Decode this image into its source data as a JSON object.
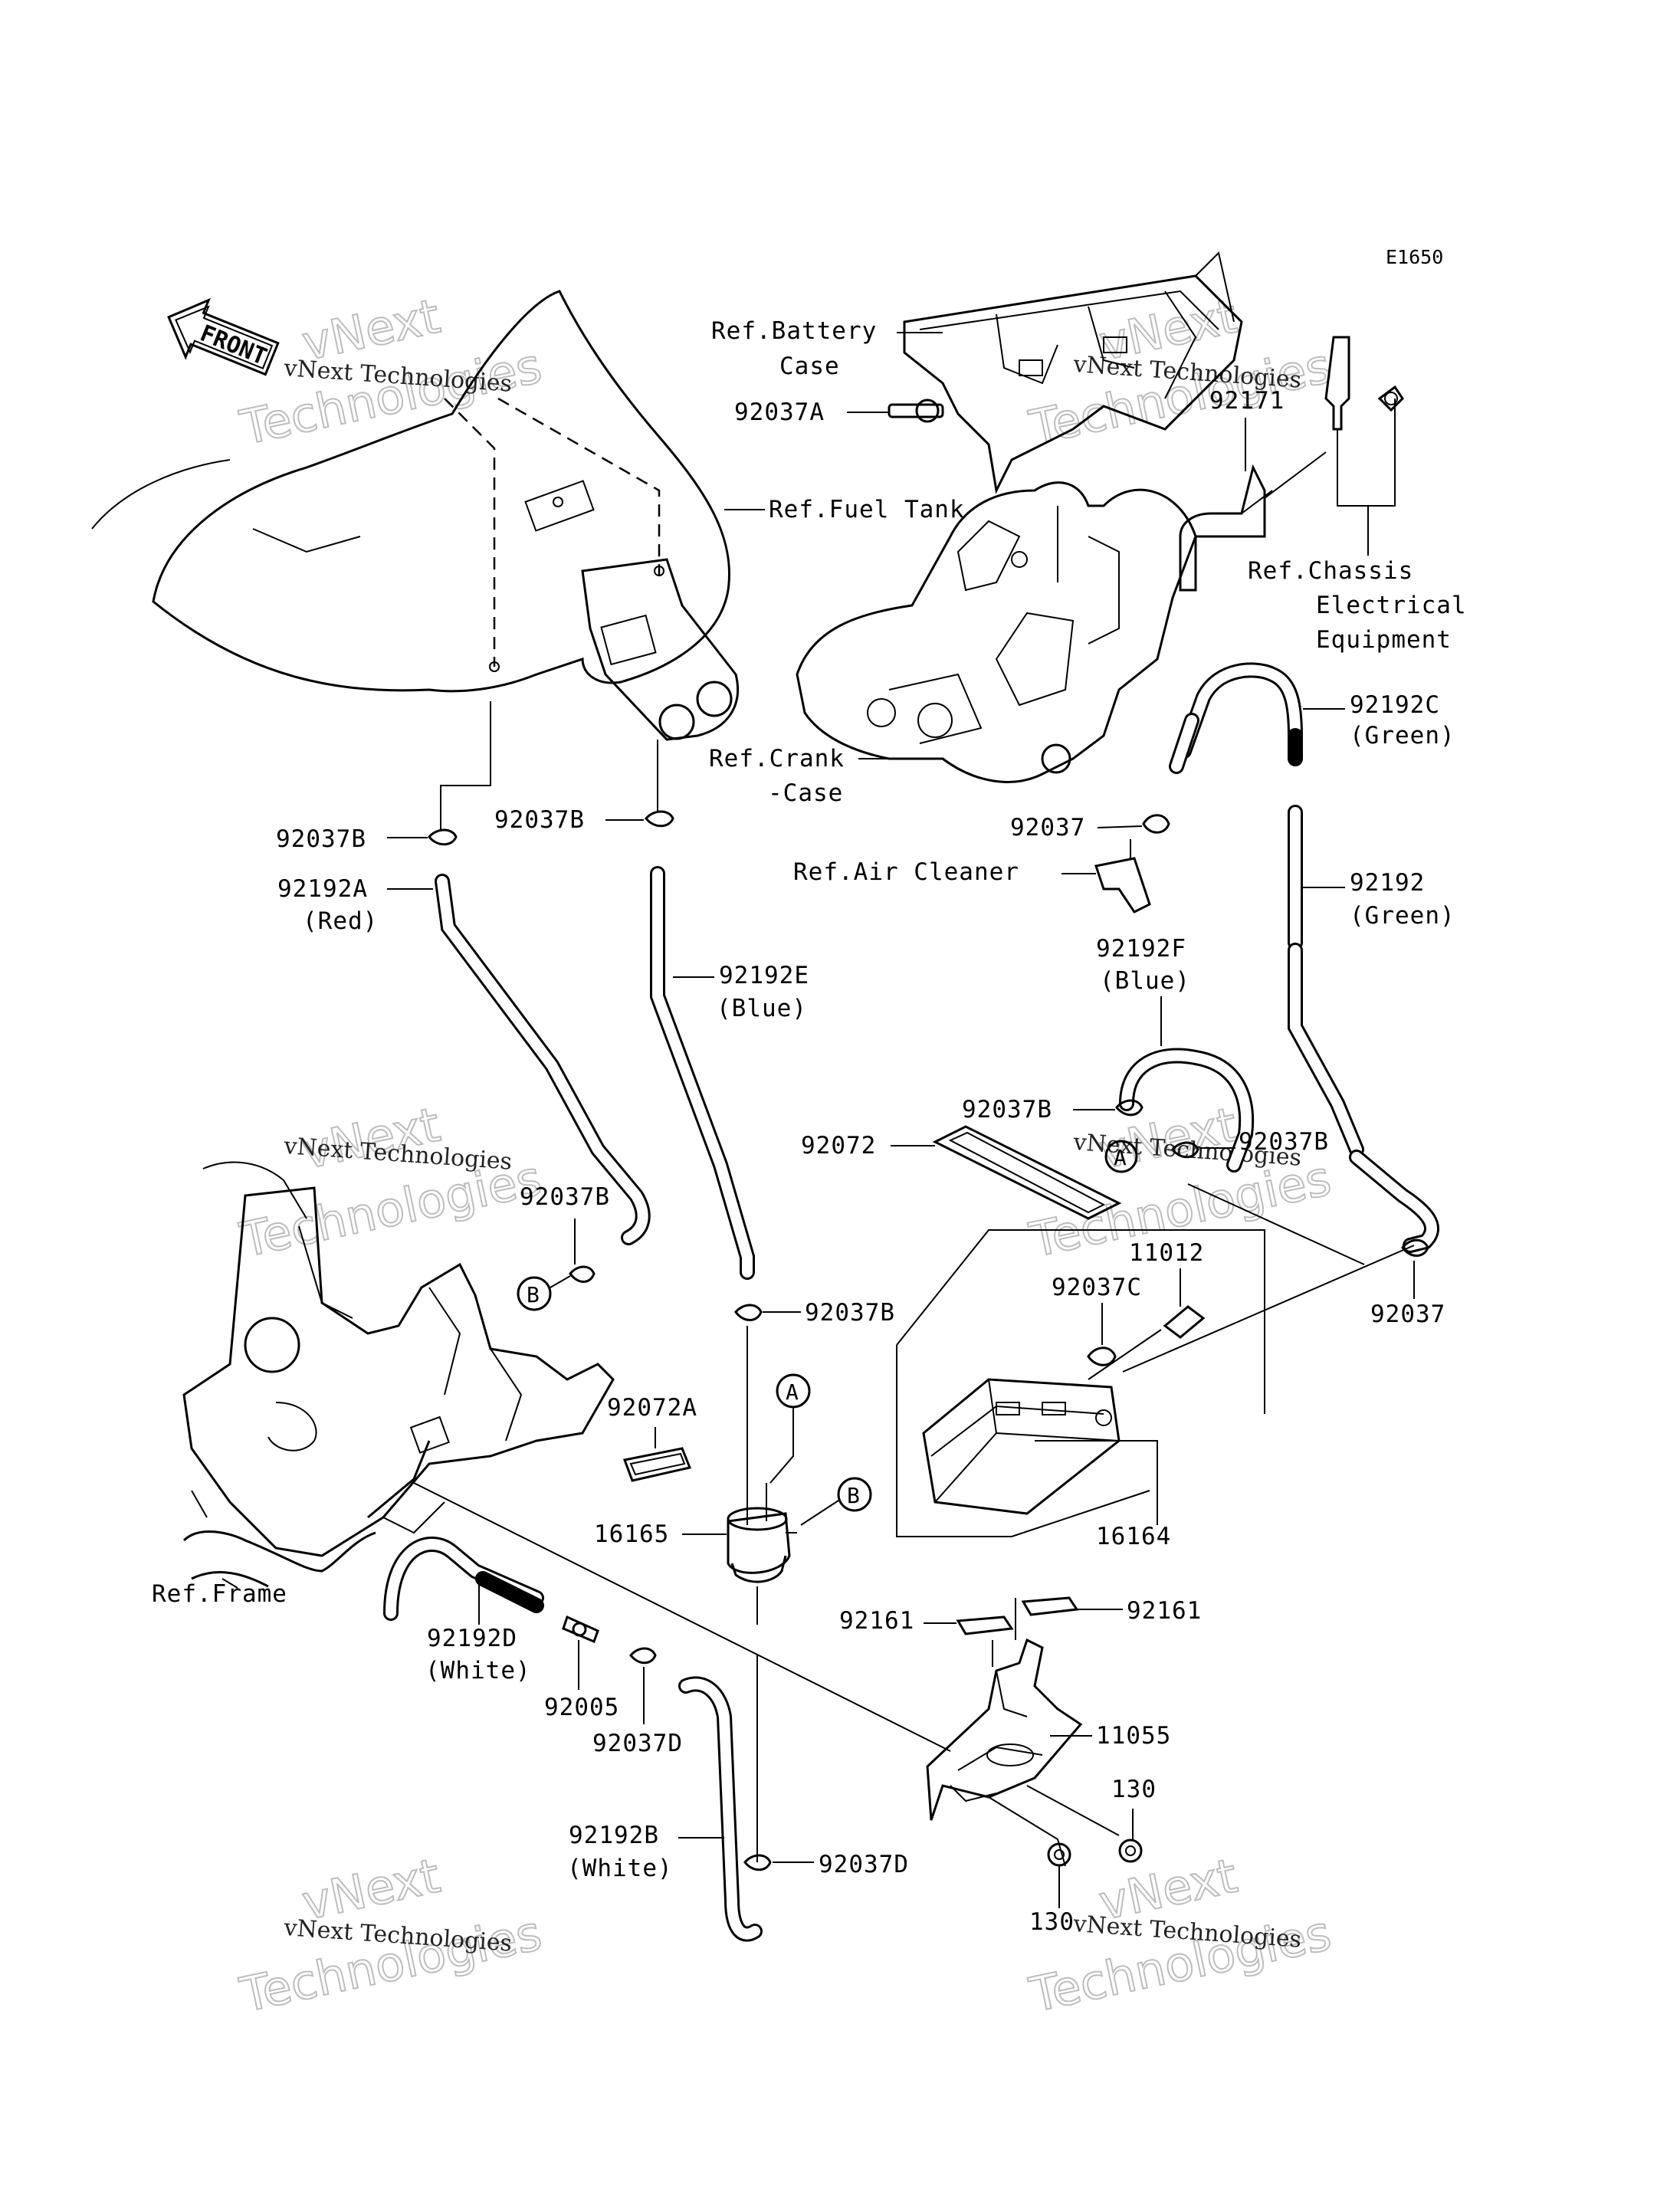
{
  "diagram": {
    "code": "E1650",
    "front_label": "FRONT",
    "watermark": {
      "line1": "vNext",
      "line2": "Technologies",
      "small": "vNext Technologies"
    },
    "callouts": {
      "a": "A",
      "b": "B"
    },
    "labels": {
      "ref_battery": "Ref.Battery",
      "ref_battery_2": "Case",
      "p92037A": "92037A",
      "p92171": "92171",
      "ref_fuel_tank": "Ref.Fuel Tank",
      "ref_chassis": "Ref.Chassis",
      "ref_chassis_2": "Electrical",
      "ref_chassis_3": "Equipment",
      "p92192C": "92192C",
      "p92192C_color": "(Green)",
      "ref_crank": "Ref.Crank",
      "ref_crank_2": "-Case",
      "p92037_top": "92037",
      "ref_air": "Ref.Air Cleaner",
      "p92192": "92192",
      "p92192_color": "(Green)",
      "p92037B_left": "92037B",
      "p92037B_mid": "92037B",
      "p92192A": "92192A",
      "p92192A_color": "(Red)",
      "p92192E": "92192E",
      "p92192E_color": "(Blue)",
      "p92192F": "92192F",
      "p92192F_color": "(Blue)",
      "p92037B_f1": "92037B",
      "p92037B_f2": "92037B",
      "p92072": "92072",
      "p92037B_lower": "92037B",
      "p11012": "11012",
      "p92037C": "92037C",
      "p92037B_filter": "92037B",
      "p92037_right": "92037",
      "p92072A": "92072A",
      "p16165": "16165",
      "p16164": "16164",
      "ref_frame": "Ref.Frame",
      "p92161_left": "92161",
      "p92161_right": "92161",
      "p92192D": "92192D",
      "p92192D_color": "(White)",
      "p92005": "92005",
      "p92037D_left": "92037D",
      "p11055": "11055",
      "p130_top": "130",
      "p92192B": "92192B",
      "p92192B_color": "(White)",
      "p92037D_right": "92037D",
      "p130_bottom": "130"
    }
  }
}
